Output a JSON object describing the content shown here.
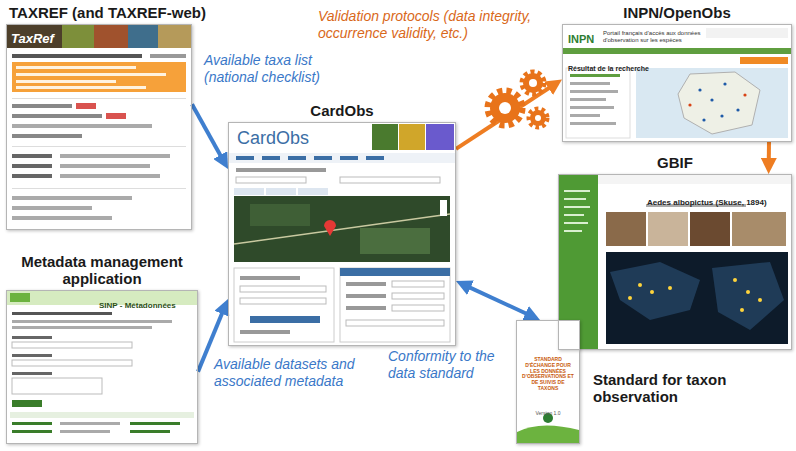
{
  "diagram": {
    "nodes": [
      {
        "text": [
          "TAXREF (and TAXREF-web)",
          "TaxRef"
        ]
      },
      {
        "text": [
          "CardObs",
          "CardObs"
        ]
      },
      {
        "text": [
          "INPN/OpenObs",
          "INPN",
          "Portail français d'accès aux données d'observation sur les espèces",
          "Résultat de la recherche"
        ]
      },
      {
        "text": [
          "GBIF",
          "Aedes albopictus (Skuse, 1894)"
        ]
      },
      {
        "text": [
          "Metadata management application",
          "SINP - Métadonnées"
        ]
      },
      {
        "text": [
          "Standard for taxon observation",
          "STANDARD D'ÉCHANGE POUR LES DONNÉES D'OBSERVATIONS ET DE SUIVIS DE TAXONS",
          "Version 1.0"
        ]
      }
    ],
    "edges": [
      {
        "from": 0,
        "to": 1,
        "arrow": "to",
        "label": "Available taxa list (national checklist)"
      },
      {
        "from": 1,
        "to": 2,
        "arrow": "to",
        "label": "Validation protocols (data integrity, occurrence validity, etc.)"
      },
      {
        "from": 2,
        "to": 3,
        "arrow": "to"
      },
      {
        "from": 4,
        "to": 1,
        "arrow": "to",
        "label": "Available datasets and associated metadata"
      },
      {
        "from": 1,
        "to": 5,
        "arrow": "both",
        "label": "Conformity to the data standard"
      }
    ]
  }
}
